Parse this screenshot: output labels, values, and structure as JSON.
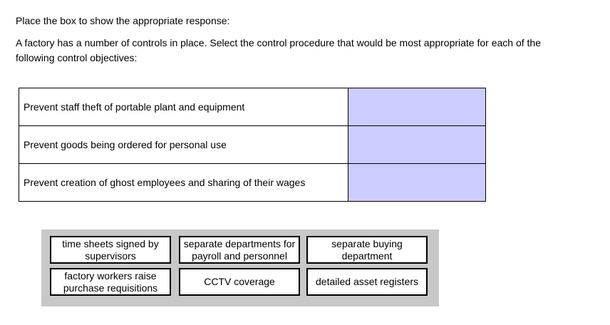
{
  "page": {
    "background_color": "#ffffff"
  },
  "instructions": {
    "heading": "Place the box to show the appropriate response:",
    "question": "A factory has a number of controls in place. Select the control procedure that would be most appropriate for each of the following control objectives:"
  },
  "objectives_table": {
    "drop_zone_color": "#ccccff",
    "border_color": "#000000",
    "rows": [
      {
        "objective": "Prevent staff theft of portable plant and equipment",
        "answer": ""
      },
      {
        "objective": "Prevent goods being ordered for personal use",
        "answer": ""
      },
      {
        "objective": "Prevent creation of ghost employees and sharing of their wages",
        "answer": ""
      }
    ]
  },
  "options_tray": {
    "background_color": "#c8c8c8",
    "options": [
      {
        "label": "time sheets signed by supervisors"
      },
      {
        "label": "separate departments for payroll and personnel"
      },
      {
        "label": "separate buying department"
      },
      {
        "label": "factory workers raise purchase requisitions"
      },
      {
        "label": "CCTV coverage"
      },
      {
        "label": "detailed asset registers"
      }
    ]
  }
}
